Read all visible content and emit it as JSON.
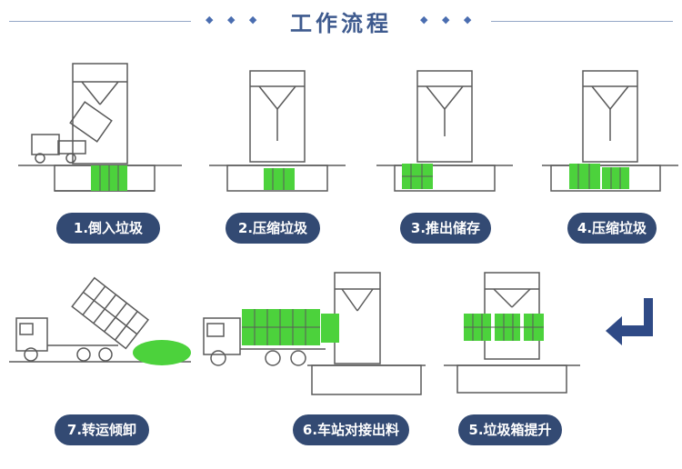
{
  "header": {
    "title": "工作流程",
    "left_diamonds": "◆ ◆ ◆",
    "right_diamonds": "◆ ◆ ◆"
  },
  "colors": {
    "label_bg": "#334a73",
    "green_fill": "#4cd23c",
    "line": "#5a5a5a",
    "arrow": "#2f4a86"
  },
  "steps": [
    {
      "label": "1.倒入垃圾"
    },
    {
      "label": "2.压缩垃圾"
    },
    {
      "label": "3.推出储存"
    },
    {
      "label": "4.压缩垃圾"
    },
    {
      "label": "5.垃圾箱提升"
    },
    {
      "label": "6.车站对接出料"
    },
    {
      "label": "7.转运倾卸"
    }
  ],
  "flow_arrow_icon": "return-left-arrow-icon"
}
